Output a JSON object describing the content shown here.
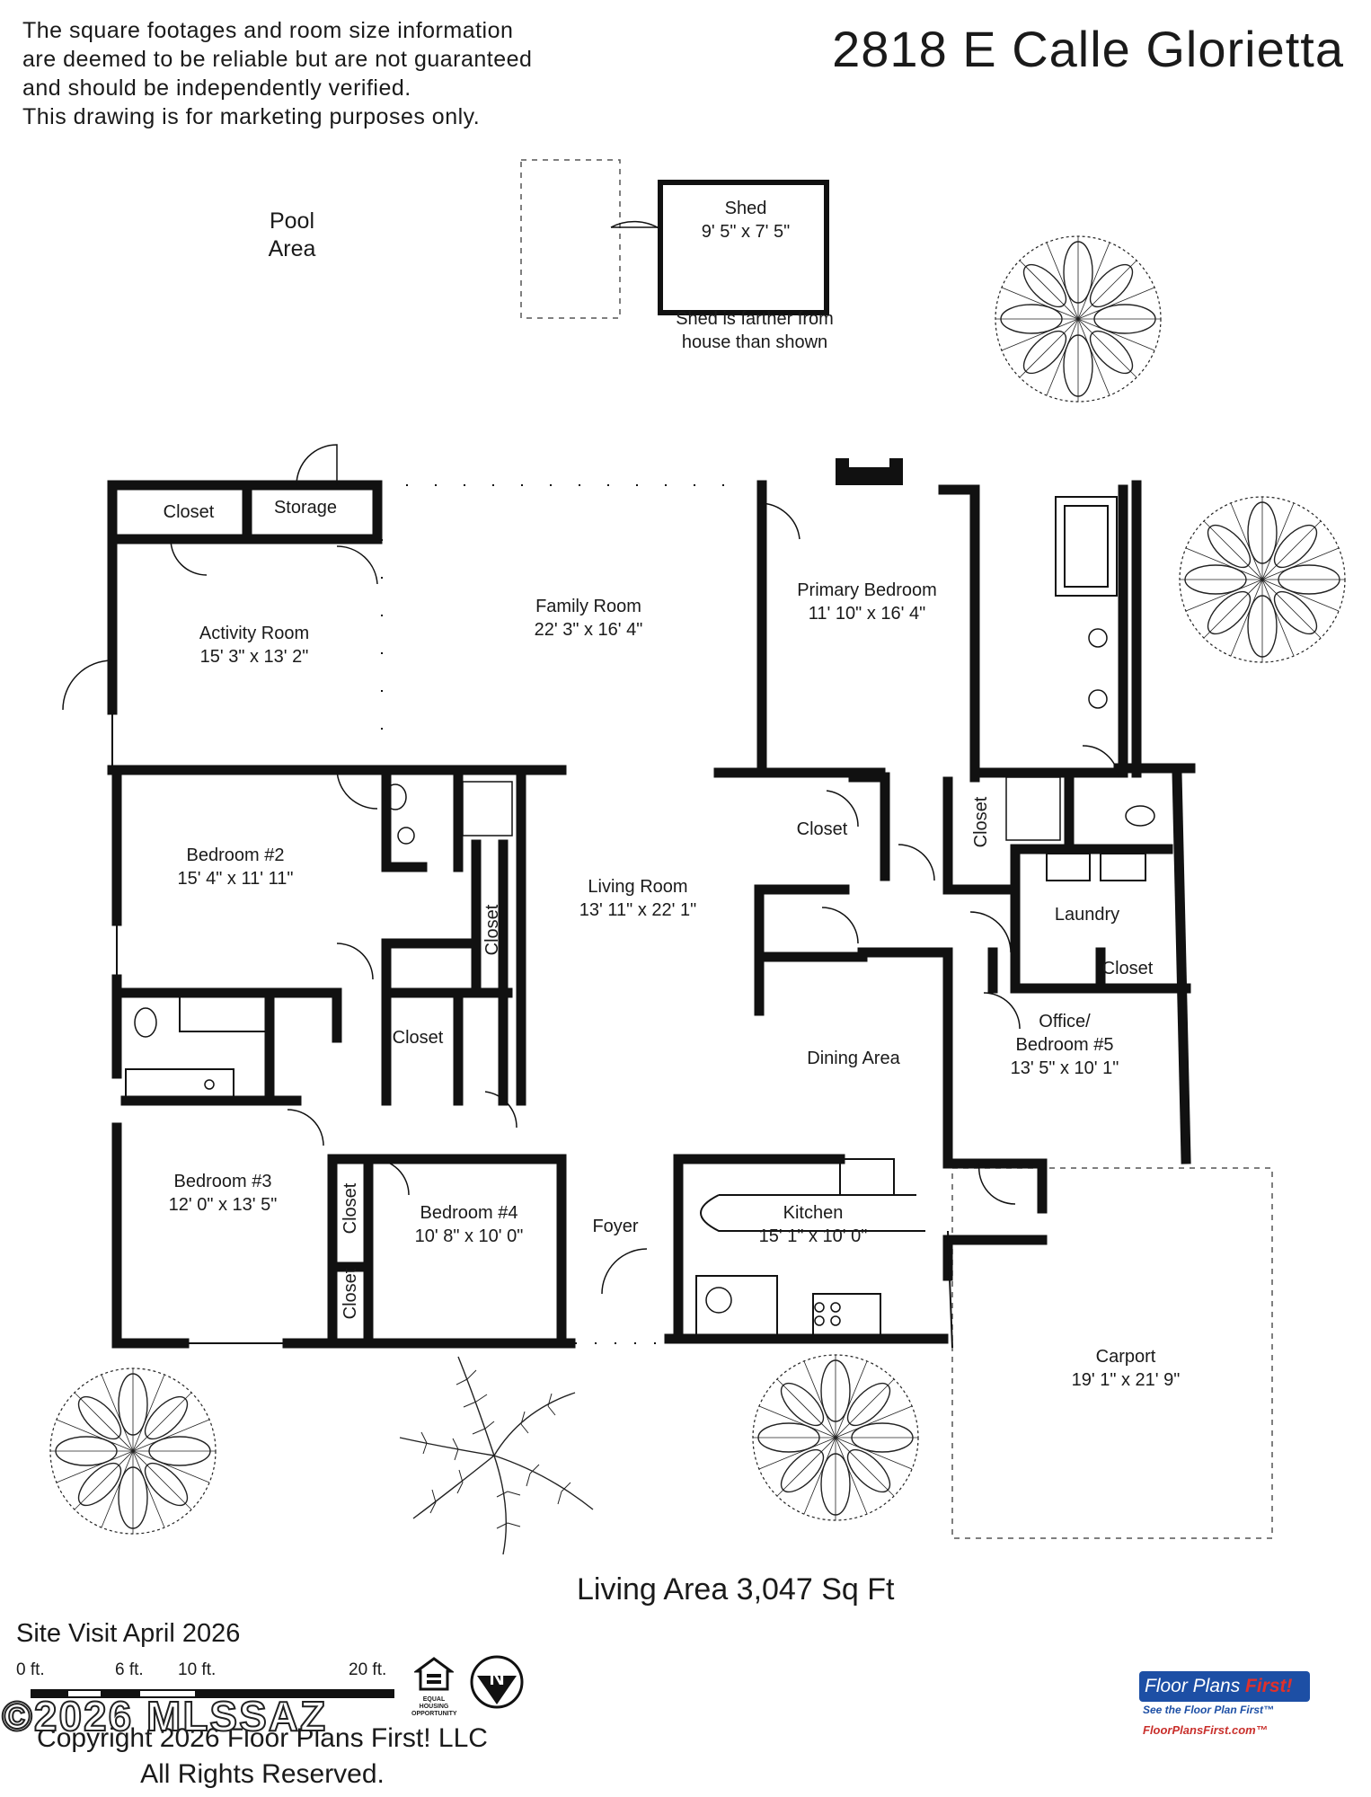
{
  "disclaimer": [
    "The square footages and room size information",
    "are deemed to be reliable but are not guaranteed",
    "and should be independently verified.",
    "This drawing is for marketing purposes only."
  ],
  "address": "2818 E Calle Glorietta",
  "rooms": {
    "pool_area": [
      "Pool",
      "Area"
    ],
    "shed": {
      "name": "Shed",
      "size": "9' 5\" x 7' 5\""
    },
    "shed_note": [
      "Shed is farther from",
      "house than shown"
    ],
    "closet_top": "Closet",
    "storage": "Storage",
    "activity_room": {
      "name": "Activity Room",
      "size": "15' 3\" x 13' 2\""
    },
    "family_room": {
      "name": "Family Room",
      "size": "22' 3\" x 16' 4\""
    },
    "primary_bedroom": {
      "name": "Primary Bedroom",
      "size": "11' 10\" x 16' 4\""
    },
    "closet_primary": "Closet",
    "closet_primary_bath": "Closet",
    "laundry": "Laundry",
    "closet_laundry": "Closet",
    "bedroom2": {
      "name": "Bedroom #2",
      "size": "15' 4\" x 11' 11\""
    },
    "living_room": {
      "name": "Living Room",
      "size": "13' 11\" x 22' 1\""
    },
    "closet_hall_vertical": "Closet",
    "closet_hall": "Closet",
    "dining_area": "Dining Area",
    "office": {
      "name": [
        "Office/",
        "Bedroom #5"
      ],
      "size": "13' 5\" x 10' 1\""
    },
    "bedroom3": {
      "name": "Bedroom #3",
      "size": "12' 0\" x 13' 5\""
    },
    "closet_bed3": "Closet",
    "closet_bed3b": "Closet",
    "bedroom4": {
      "name": "Bedroom #4",
      "size": "10' 8\" x 10' 0\""
    },
    "foyer": "Foyer",
    "kitchen": {
      "name": "Kitchen",
      "size": "15' 1\" x 10' 0\""
    },
    "carport": {
      "name": "Carport",
      "size": "19' 1\" x 21' 9\""
    }
  },
  "living_area": "Living Area 3,047 Sq Ft",
  "site_visit": "Site Visit April 2026",
  "scale": {
    "labels": [
      "0 ft.",
      "6 ft.",
      "10 ft.",
      "20 ft."
    ]
  },
  "copyright": [
    "Copyright 2026 Floor Plans First! LLC",
    "All Rights Reserved."
  ],
  "watermark": "©2026 MLSSAZ",
  "equal_housing": "EQUAL HOUSING OPPORTUNITY",
  "north_label": "N",
  "brand": {
    "name_a": "Floor Plans ",
    "name_b": "First!",
    "tagline": "See the Floor Plan First™",
    "url": "FloorPlansFirst.com™"
  },
  "colors": {
    "wall": "#111111",
    "brand_blue": "#1d4fa5",
    "brand_red": "#e0312b"
  }
}
